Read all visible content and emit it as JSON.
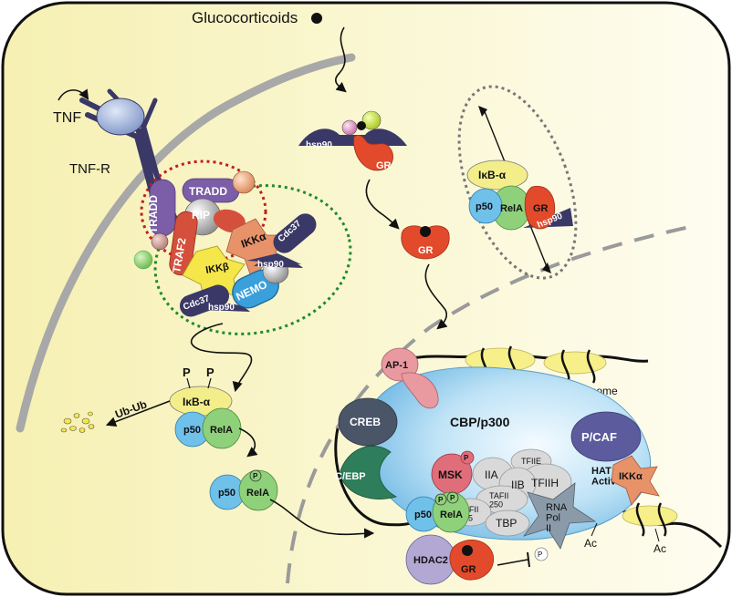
{
  "labels": {
    "glucocorticoids": "Glucocorticoids",
    "tnf": "TNF",
    "tnf_r": "TNF-R",
    "tradd_1": "TRADD",
    "tradd_2": "TRADD",
    "rip": "RIP",
    "traf2": "TRAF2",
    "ikk_alpha": "IKKα",
    "ikk_beta": "IKKβ",
    "nemo": "NEMO",
    "cdc37_a": "Cdc37",
    "cdc37_b": "Cdc37",
    "hsp90_receptor_a": "hsp90",
    "hsp90_receptor_b": "hsp90",
    "hsp90_cyto": "hsp90",
    "gr_cyto": "GR",
    "gr_free": "GR",
    "ikb_complex_ikb": "IκB-α",
    "ikb_complex_p50": "p50",
    "ikb_complex_rela": "RelA",
    "ikb_complex_gr": "GR",
    "ikb_complex_hsp90": "hsp90",
    "phospho_p1": "P",
    "phospho_p2": "P",
    "ikb_cyto": "IκB-α",
    "p50_cyto": "p50",
    "rela_cyto": "RelA",
    "ub_ub": "Ub-Ub",
    "p50_free": "p50",
    "rela_free": "RelA",
    "p_rela_free": "P",
    "ap1": "AP-1",
    "creb": "CREB",
    "cebp": "C/EBP",
    "cbp_p300": "CBP/p300",
    "nucleosome": "Nucleosome",
    "pcaf": "P/CAF",
    "hat_activity": "HAT\nActivity",
    "ikk_alpha_nuc": "IKKα",
    "msk": "MSK",
    "p_msk": "P",
    "tfiie": "TFIIE",
    "tfiih": "TFIIH",
    "iia": "IIA",
    "iib": "IIB",
    "tafii_250": "TAFII\n250",
    "tafii_105": "TAFII\n105",
    "tbp": "TBP",
    "rna_pol": "RNA\nPol\nII",
    "p50_nuc": "p50",
    "rela_nuc": "RelA",
    "p_rela_nuc_1": "P",
    "p_rela_nuc_2": "P",
    "p_pol": "P",
    "hdac2": "HDAC2",
    "gr_nuc": "GR",
    "ac_1": "Ac",
    "ac_2": "Ac"
  },
  "colors": {
    "cytoplasm_left": "#f7f2b8",
    "cytoplasm_right": "#fdfcea",
    "membrane": "#a7a7a7",
    "cbp_blob": "#7fc3ea",
    "tradd": "#7b5ea7",
    "traf2": "#d4503c",
    "ikk_alpha": "#e8926a",
    "ikk_beta": "#f5e64a",
    "nemo": "#3aa0dc",
    "cdc37": "#3a3866",
    "hsp90": "#3a3866",
    "gr": "#e24a2b",
    "p50": "#6fc1ea",
    "rela": "#8fd17a",
    "ikb": "#f4ee8a",
    "creb": "#4a5568",
    "cebp": "#2e7d5b",
    "ap1": "#e89aa0",
    "pcaf": "#5c5b9e",
    "msk": "#e06d7a",
    "hdac2": "#b3a8d4",
    "tf_gray": "#d9d9d9",
    "rna_pol": "#8a9aa8",
    "nucleosome": "#f6ef8a",
    "red_dots": "#d12b2b",
    "green_dots": "#2f8f3a"
  }
}
